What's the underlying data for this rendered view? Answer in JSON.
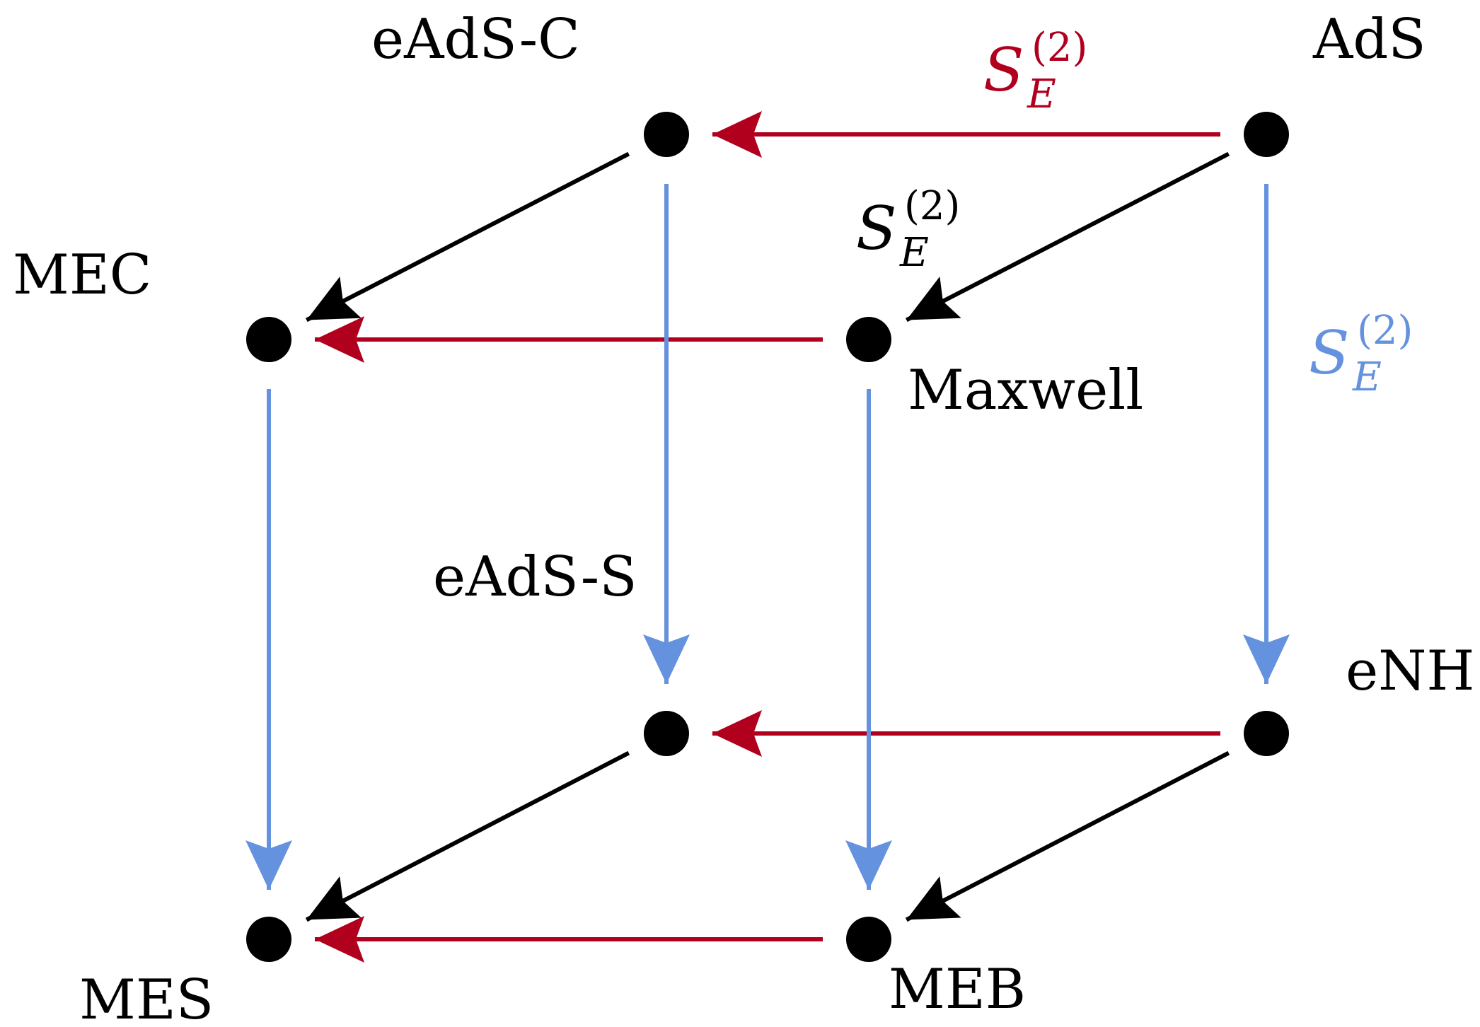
{
  "colors": {
    "red": "#B0001E",
    "blue": "#6592DE",
    "black": "#000000"
  },
  "nodes": {
    "ads": {
      "label": "AdS"
    },
    "eads_c": {
      "label": "eAdS-C"
    },
    "maxwell": {
      "label": "Maxwell"
    },
    "mec": {
      "label": "MEC"
    },
    "enh": {
      "label": "eNH"
    },
    "eads_s": {
      "label": "eAdS-S"
    },
    "meb": {
      "label": "MEB"
    },
    "mes": {
      "label": "MES"
    }
  },
  "edge_labels": {
    "red": {
      "symbol": "S",
      "sub": "E",
      "sup": "(2)"
    },
    "black": {
      "symbol": "S",
      "sub": "E",
      "sup": "(2)"
    },
    "blue": {
      "symbol": "S",
      "sub": "E",
      "sup": "(2)"
    }
  },
  "edges": [
    {
      "from": "ads",
      "to": "eads_c",
      "kind": "red"
    },
    {
      "from": "maxwell",
      "to": "mec",
      "kind": "red"
    },
    {
      "from": "enh",
      "to": "eads_s",
      "kind": "red"
    },
    {
      "from": "meb",
      "to": "mes",
      "kind": "red"
    },
    {
      "from": "ads",
      "to": "maxwell",
      "kind": "black"
    },
    {
      "from": "eads_c",
      "to": "mec",
      "kind": "black"
    },
    {
      "from": "enh",
      "to": "meb",
      "kind": "black"
    },
    {
      "from": "eads_s",
      "to": "mes",
      "kind": "black"
    },
    {
      "from": "ads",
      "to": "enh",
      "kind": "blue"
    },
    {
      "from": "eads_c",
      "to": "eads_s",
      "kind": "blue"
    },
    {
      "from": "maxwell",
      "to": "meb",
      "kind": "blue"
    },
    {
      "from": "mec",
      "to": "mes",
      "kind": "blue"
    }
  ]
}
